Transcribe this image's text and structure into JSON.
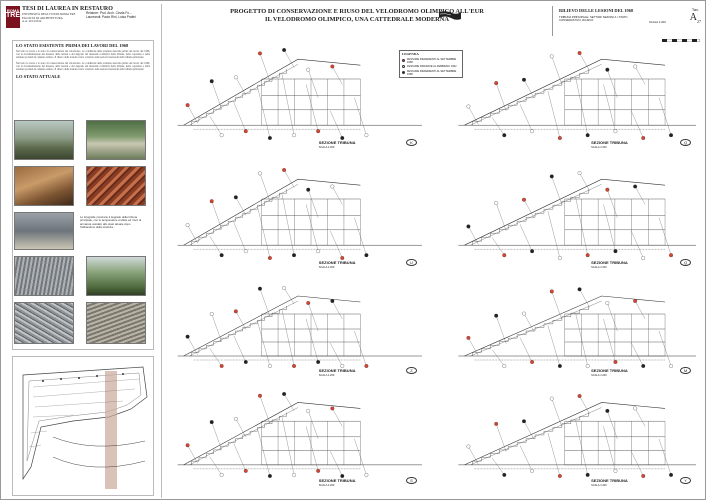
{
  "logo": {
    "line1": "ROMA",
    "line2": "TRE"
  },
  "header": {
    "tesi": "TESI DI LAUREA IN RESTAURO",
    "dept": "UNIVERSITÀ DEGLI STUDI ROMA TRE\nFACOLTÀ DI ARCHITETTURA\nA.A. 2013/2014",
    "relatore": "Relatore: Prof. Arch. Cinzia Fo...\nLaureandi: Paolo Rini, Luisa Pratini"
  },
  "left_panel": {
    "section_title": "LO STATO ESISTENTE PRIMA DEI LAVORI DEL 1968",
    "paragraph": "Nel testo la storia e lo stato di conservazione del velodromo. Le condizioni delle strutture descritte prima dei lavori del 1968, con la documentazione dei dissesti, delle lesioni e del degrado dei materiali costitutivi delle tribune, delle coperture e delle strutture portanti in cemento armato. Il rilievo delle lesioni è stato condotto sulle sezioni trasversali della tribuna principale.",
    "subtitle": "LO STATO ATTUALE",
    "caption": "Le fotografie mostrano il degrado della tribuna principale, con le tamponature crollate ed i ferri di armatura ossidati, allo stato attuale dopo l'abbandono della struttura."
  },
  "title": {
    "line1": "PROGETTO DI CONSERVAZIONE E RIUSO DEL VELODROMO OLIMPICO ALL'EUR",
    "line2": "IL VELODROMO OLIMPICO, UNA CATTEDRALE MODERNA"
  },
  "info": {
    "rilievo": "RILIEVO DELLE LESIONI DEL 1968",
    "tribuna": "TRIBUNA PRINCIPALE, SETTORI SEZIONI A / STATO CONSERVATIVO, RILIEVO",
    "scala": "SCALA 1:200",
    "tav_label": "Tav.",
    "tav_num": "A",
    "tav_sub": "27"
  },
  "legend": {
    "title": "LEGENDA",
    "items": [
      {
        "label": "FESSURE RIMARRENTI AL SETTEMBRE 1968",
        "color": "#d9432f"
      },
      {
        "label": "FESSURE RIPARATE AL FEBBRAIO 1962",
        "color": "#ffffff"
      },
      {
        "label": "FESSURE RIMARRENTI AL SETTEMBRE 1968",
        "color": "#222222"
      }
    ]
  },
  "sections": [
    {
      "label": "SEZIONE TRIBUNA",
      "scale": "SCALA 1:200",
      "letter": "K"
    },
    {
      "label": "SEZIONE TRIBUNA",
      "scale": "SCALA 1:200",
      "letter": "U"
    },
    {
      "label": "SEZIONE TRIBUNA",
      "scale": "SCALA 1:200",
      "letter": "Z"
    },
    {
      "label": "SEZIONE TRIBUNA",
      "scale": "SCALA 1:200",
      "letter": "S"
    },
    {
      "label": "SEZIONE TRIBUNA",
      "scale": "SCALA 1:200",
      "letter": "Q"
    },
    {
      "label": "SEZIONE TRIBUNA",
      "scale": "SCALA 1:200",
      "letter": "Q"
    },
    {
      "label": "SEZIONE TRIBUNA",
      "scale": "SCALA 1:200",
      "letter": "M"
    },
    {
      "label": "SEZIONE TRIBUNA",
      "scale": "SCALA 1:200",
      "letter": "Y"
    }
  ],
  "colors": {
    "red": "#d9432f",
    "line": "#333333",
    "photo_brown": "#8a6a4a"
  }
}
